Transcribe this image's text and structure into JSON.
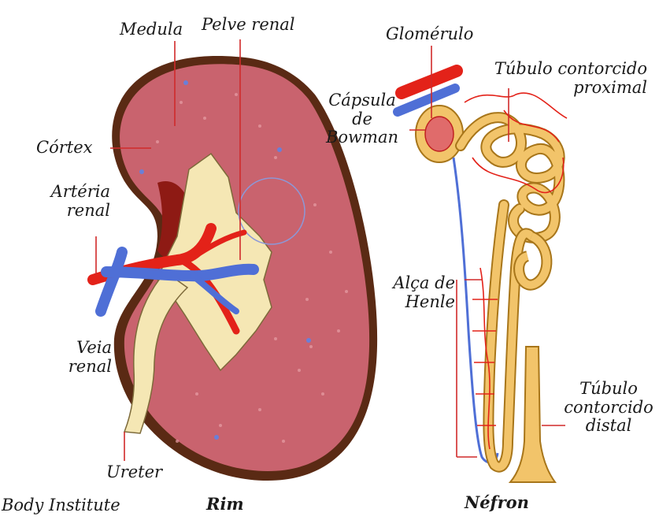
{
  "colors": {
    "cortex": "#c9636e",
    "capsule": "#5a2a14",
    "medulla_dark": "#8e1a14",
    "pelvis": "#f5e7b4",
    "artery": "#e32219",
    "vein": "#4f6fd6",
    "tubule": "#f2c46a",
    "tubule_edge": "#a8761a",
    "pointer": "#d02a2a"
  },
  "labels": {
    "medula": "Medula",
    "pelve_renal": "Pelve renal",
    "cortex": "Córtex",
    "arteria_renal": [
      "Artéria",
      "renal"
    ],
    "veia_renal": [
      "Veia",
      "renal"
    ],
    "ureter": "Ureter",
    "rim": "Rim",
    "glomerulo": "Glomérulo",
    "capsula_bowman": [
      "Cápsula",
      "de",
      "Bowman"
    ],
    "tubulo_proximal": [
      "Túbulo contorcido",
      "proximal"
    ],
    "alca_henle": [
      "Alça de",
      "Henle"
    ],
    "tubulo_distal": [
      "Túbulo",
      "contorcido",
      "distal"
    ],
    "nefron": "Néfron",
    "credit": "Body Institute"
  }
}
